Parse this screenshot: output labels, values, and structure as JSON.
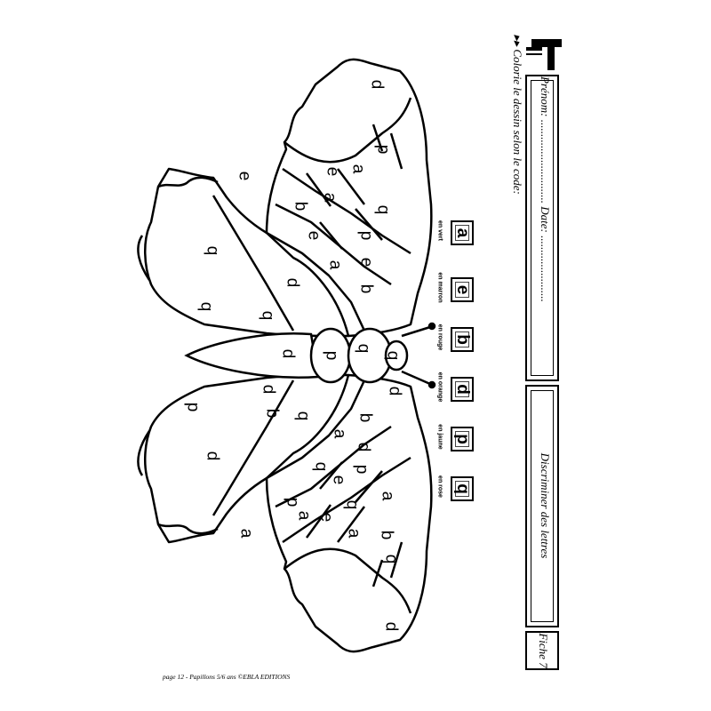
{
  "header": {
    "prenom_label": "Prénom: .............................",
    "date_label": "Date: .......................",
    "subject_title": "Discriminer des lettres",
    "sheet_label": "Fiche 7"
  },
  "instruction": "Colorie le dessin selon le code:",
  "code": [
    {
      "letter": "a",
      "caption": "en vert"
    },
    {
      "letter": "e",
      "caption": "en marron"
    },
    {
      "letter": "b",
      "caption": "en rouge"
    },
    {
      "letter": "d",
      "caption": "en orange"
    },
    {
      "letter": "p",
      "caption": "en jaune"
    },
    {
      "letter": "q",
      "caption": "en rose"
    }
  ],
  "wing_letters": [
    "d",
    "e",
    "p",
    "a",
    "q",
    "e",
    "a",
    "b",
    "p",
    "q",
    "e",
    "a",
    "e",
    "q",
    "d",
    "b",
    "q",
    "d",
    "p",
    "q",
    "q",
    "d",
    "d",
    "b",
    "b",
    "p",
    "q",
    "d",
    "a",
    "d",
    "p",
    "q",
    "a",
    "p",
    "e",
    "a",
    "e",
    "q",
    "a",
    "b",
    "a",
    "q",
    "d"
  ],
  "footer": "page 12 - Papillons 5/6 ans  ©EBLA  EDITIONS"
}
